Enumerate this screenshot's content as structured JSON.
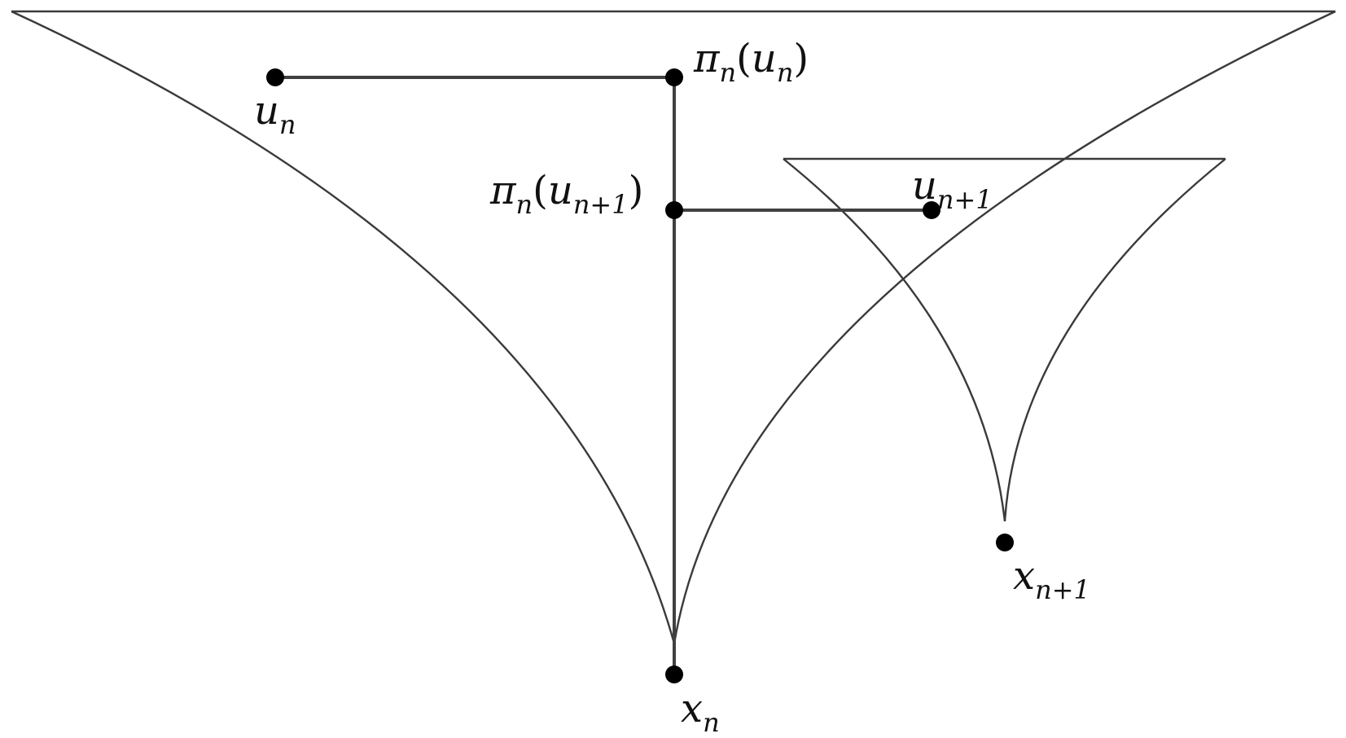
{
  "labels": {
    "u_n": {
      "main": "u",
      "sub": "n"
    },
    "pi_u_n": {
      "pi": "π",
      "pi_sub": "n",
      "open": "(",
      "var": "u",
      "var_sub": "n",
      "close": ")"
    },
    "pi_u_n1": {
      "pi": "π",
      "pi_sub": "n",
      "open": "(",
      "var": "u",
      "var_sub": "n+1",
      "close": ")"
    },
    "u_n1": {
      "main": "u",
      "sub": "n+1"
    },
    "x_n": {
      "main": "x",
      "sub": "n"
    },
    "x_n1": {
      "main": "x",
      "sub": "n+1"
    }
  }
}
